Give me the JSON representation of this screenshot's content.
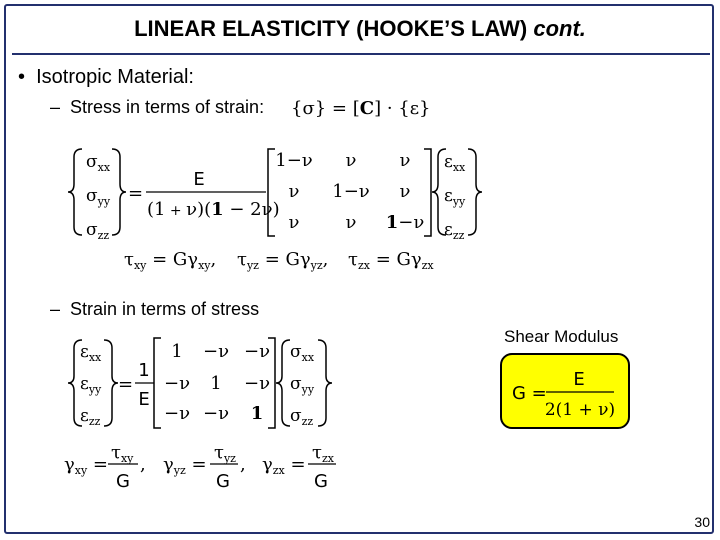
{
  "slide": {
    "title_main": "LINEAR ELASTICITY (HOOKE’S LAW) ",
    "title_emph": "cont.",
    "bullet": "Isotropic Material:",
    "sub_stress": "Stress in terms of strain:",
    "sub_strain": "Strain in terms of stress",
    "shear_label": "Shear Modulus",
    "page_number": "30"
  },
  "equations": {
    "compact": "{σ} = [C] · {ε}",
    "stress_matrix": {
      "lhs": [
        "σxx",
        "σyy",
        "σzz"
      ],
      "numerator": "E",
      "denominator": "(1 + ν)(1 − 2ν)",
      "rows": [
        [
          "1−ν",
          "ν",
          "ν"
        ],
        [
          "ν",
          "1−ν",
          "ν"
        ],
        [
          "ν",
          "ν",
          "1−ν"
        ]
      ],
      "rhs": [
        "εxx",
        "εyy",
        "εzz"
      ]
    },
    "shear_stress": [
      "τxy = Gγxy,",
      "τyz = Gγyz,",
      "τzx = Gγzx"
    ],
    "strain_matrix": {
      "lhs": [
        "εxx",
        "εyy",
        "εzz"
      ],
      "numerator": "1",
      "denominator": "E",
      "rows": [
        [
          "1",
          "−ν",
          "−ν"
        ],
        [
          "−ν",
          "1",
          "−ν"
        ],
        [
          "−ν",
          "−ν",
          "1"
        ]
      ],
      "rhs": [
        "σxx",
        "σyy",
        "σzz"
      ]
    },
    "shear_strain": [
      "γxy = τxy / G,",
      "γyz = τyz / G,",
      "γzx = τzx / G"
    ],
    "shear_modulus": "G = E / 2(1 + ν)"
  }
}
